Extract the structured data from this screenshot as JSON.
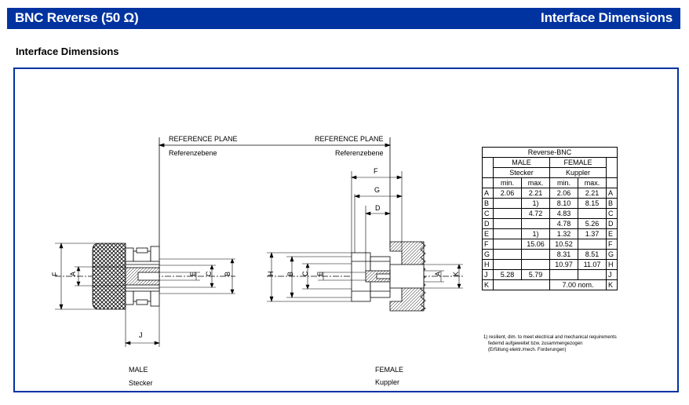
{
  "header": {
    "title": "BNC Reverse (50 Ω)",
    "section": "Interface Dimensions"
  },
  "subtitle": "Interface Dimensions",
  "drawing": {
    "ref_plane_left": "REFERENCE PLANE",
    "ref_plane_left_de": "Referenzebene",
    "ref_plane_right": "REFERENCE PLANE",
    "ref_plane_right_de": "Referenzebene",
    "male_label": "MALE",
    "male_label_de": "Stecker",
    "female_label": "FEMALE",
    "female_label_de": "Kuppler",
    "dims": {
      "F": "F",
      "A": "A",
      "E": "E",
      "C": "C",
      "B": "B",
      "J": "J",
      "H": "H",
      "K": "K",
      "G": "G",
      "D": "D"
    }
  },
  "table": {
    "title": "Reverse-BNC",
    "male": "MALE",
    "male_de": "Stecker",
    "female": "FEMALE",
    "female_de": "Kuppler",
    "min": "min.",
    "max": "max.",
    "rows": [
      {
        "l": "A",
        "mmin": "2.06",
        "mmax": "2.21",
        "fmin": "2.06",
        "fmax": "2.21"
      },
      {
        "l": "B",
        "mmin": "",
        "mmax": "1)",
        "fmin": "8.10",
        "fmax": "8.15"
      },
      {
        "l": "C",
        "mmin": "",
        "mmax": "4.72",
        "fmin": "4.83",
        "fmax": ""
      },
      {
        "l": "D",
        "mmin": "",
        "mmax": "",
        "fmin": "4.78",
        "fmax": "5.26"
      },
      {
        "l": "E",
        "mmin": "",
        "mmax": "1)",
        "fmin": "1.32",
        "fmax": "1.37"
      },
      {
        "l": "F",
        "mmin": "",
        "mmax": "15.06",
        "fmin": "10.52",
        "fmax": ""
      },
      {
        "l": "G",
        "mmin": "",
        "mmax": "",
        "fmin": "8.31",
        "fmax": "8.51"
      },
      {
        "l": "H",
        "mmin": "",
        "mmax": "",
        "fmin": "10.97",
        "fmax": "11.07"
      },
      {
        "l": "J",
        "mmin": "5.28",
        "mmax": "5.79",
        "fmin": "",
        "fmax": ""
      }
    ],
    "k_letter": "K",
    "k_value": "7.00 nom."
  },
  "footnote": {
    "line1": "1)  resilient, dim. to meet electrical and mechanical requirements",
    "line2": "federnd aufgeweitet bzw. zusammengezogen",
    "line3": "(Erfüllung elektr./mech. Forderungen)"
  },
  "colors": {
    "banner": "#0033a0",
    "frame": "#0033a0"
  }
}
